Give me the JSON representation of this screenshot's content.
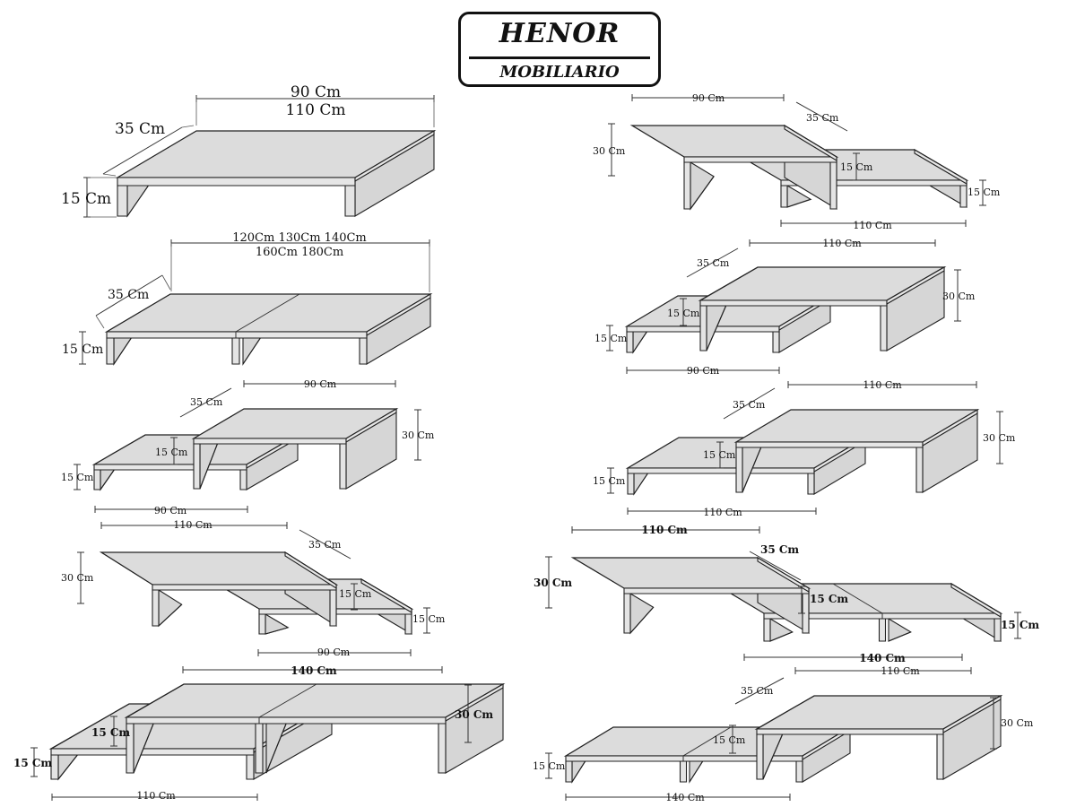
{
  "logo": {
    "brand": "HENOR",
    "subtitle": "MOBILIARIO"
  },
  "colors": {
    "surface": "#dcdcdc",
    "outline": "#222222",
    "background": "#ffffff"
  },
  "diagrams": [
    {
      "id": "single-90-110",
      "labels": {
        "width": "90 Cm",
        "width_alt": "110 Cm",
        "depth": "35 Cm",
        "height": "15 Cm"
      }
    },
    {
      "id": "long-double",
      "labels": {
        "width": "120Cm 130Cm 140Cm",
        "width_alt": "160Cm 180Cm",
        "depth": "35 Cm",
        "height": "15 Cm"
      }
    },
    {
      "id": "combo-90-over-90-right",
      "labels": {
        "top_width": "90 Cm",
        "depth": "35 Cm",
        "tall_height": "30 Cm",
        "step_height": "15 Cm",
        "low_height": "15 Cm",
        "low_width": "90 Cm"
      }
    },
    {
      "id": "combo-110-over-90-left",
      "labels": {
        "top_width": "110 Cm",
        "depth": "35 Cm",
        "tall_height": "30 Cm",
        "step_height": "15 Cm",
        "low_height": "15 Cm",
        "low_width": "90 Cm"
      }
    },
    {
      "id": "combo-140-over-110-right",
      "labels": {
        "top_width": "140 Cm",
        "tall_height": "30 Cm",
        "step_height": "15 Cm",
        "low_height": "15 Cm",
        "low_width": "110 Cm"
      }
    },
    {
      "id": "combo-90-over-110-left",
      "labels": {
        "top_width": "90 Cm",
        "depth": "35 Cm",
        "tall_height": "30 Cm",
        "step_height": "15 Cm",
        "low_height": "15 Cm",
        "low_width": "110 Cm"
      }
    },
    {
      "id": "combo-110-over-90-right",
      "labels": {
        "top_width": "110 Cm",
        "depth": "35 Cm",
        "tall_height": "30 Cm",
        "step_height": "15 Cm",
        "low_height": "15 Cm",
        "low_width": "90 Cm"
      }
    },
    {
      "id": "combo-110-over-110-right",
      "labels": {
        "top_width": "110 Cm",
        "depth": "35 Cm",
        "tall_height": "30 Cm",
        "step_height": "15 Cm",
        "low_height": "15 Cm",
        "low_width": "110 Cm"
      }
    },
    {
      "id": "combo-110-over-140-left",
      "labels": {
        "top_width": "110 Cm",
        "depth": "35 Cm",
        "tall_height": "30 Cm",
        "step_height": "15 Cm",
        "low_height": "15 Cm",
        "low_width": "140 Cm"
      }
    },
    {
      "id": "combo-110-over-140-right",
      "labels": {
        "top_width": "110 Cm",
        "depth": "35 Cm",
        "tall_height": "30 Cm",
        "step_height": "15 Cm",
        "low_height": "15 Cm",
        "low_width": "140 Cm"
      }
    }
  ]
}
